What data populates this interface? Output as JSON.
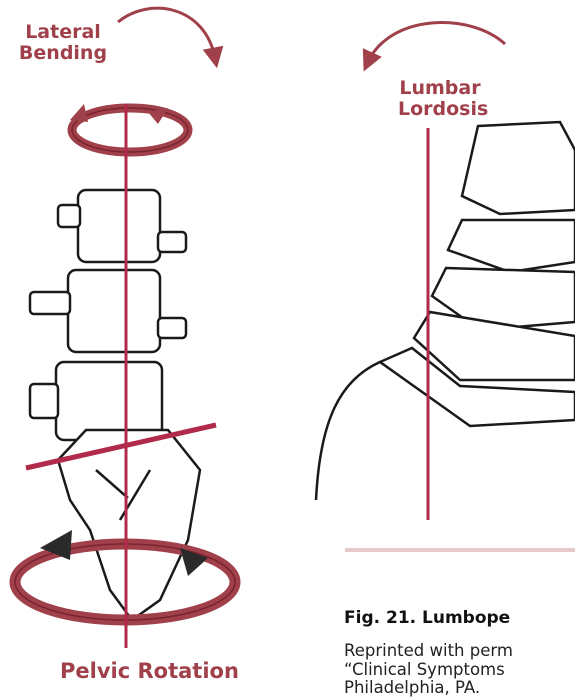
{
  "labels": {
    "lateral_bending": "Lateral\nBending",
    "lumbar_lordosis": "Lumbar\nLordosis",
    "pelvic_rotation": "Pelvic Rotation"
  },
  "caption": {
    "title": "Fig. 21. Lumbope",
    "line1": "Reprinted with perm",
    "line2": "“Clinical Symptoms",
    "line3": "Philadelphia, PA."
  },
  "colors": {
    "accent": "#a0404a",
    "line": "#b22a4a",
    "divider": "#e8c9cc",
    "outline": "#1a1a1a"
  },
  "icons": [
    "curved-arrow-icon",
    "rotation-arrow-icon"
  ]
}
